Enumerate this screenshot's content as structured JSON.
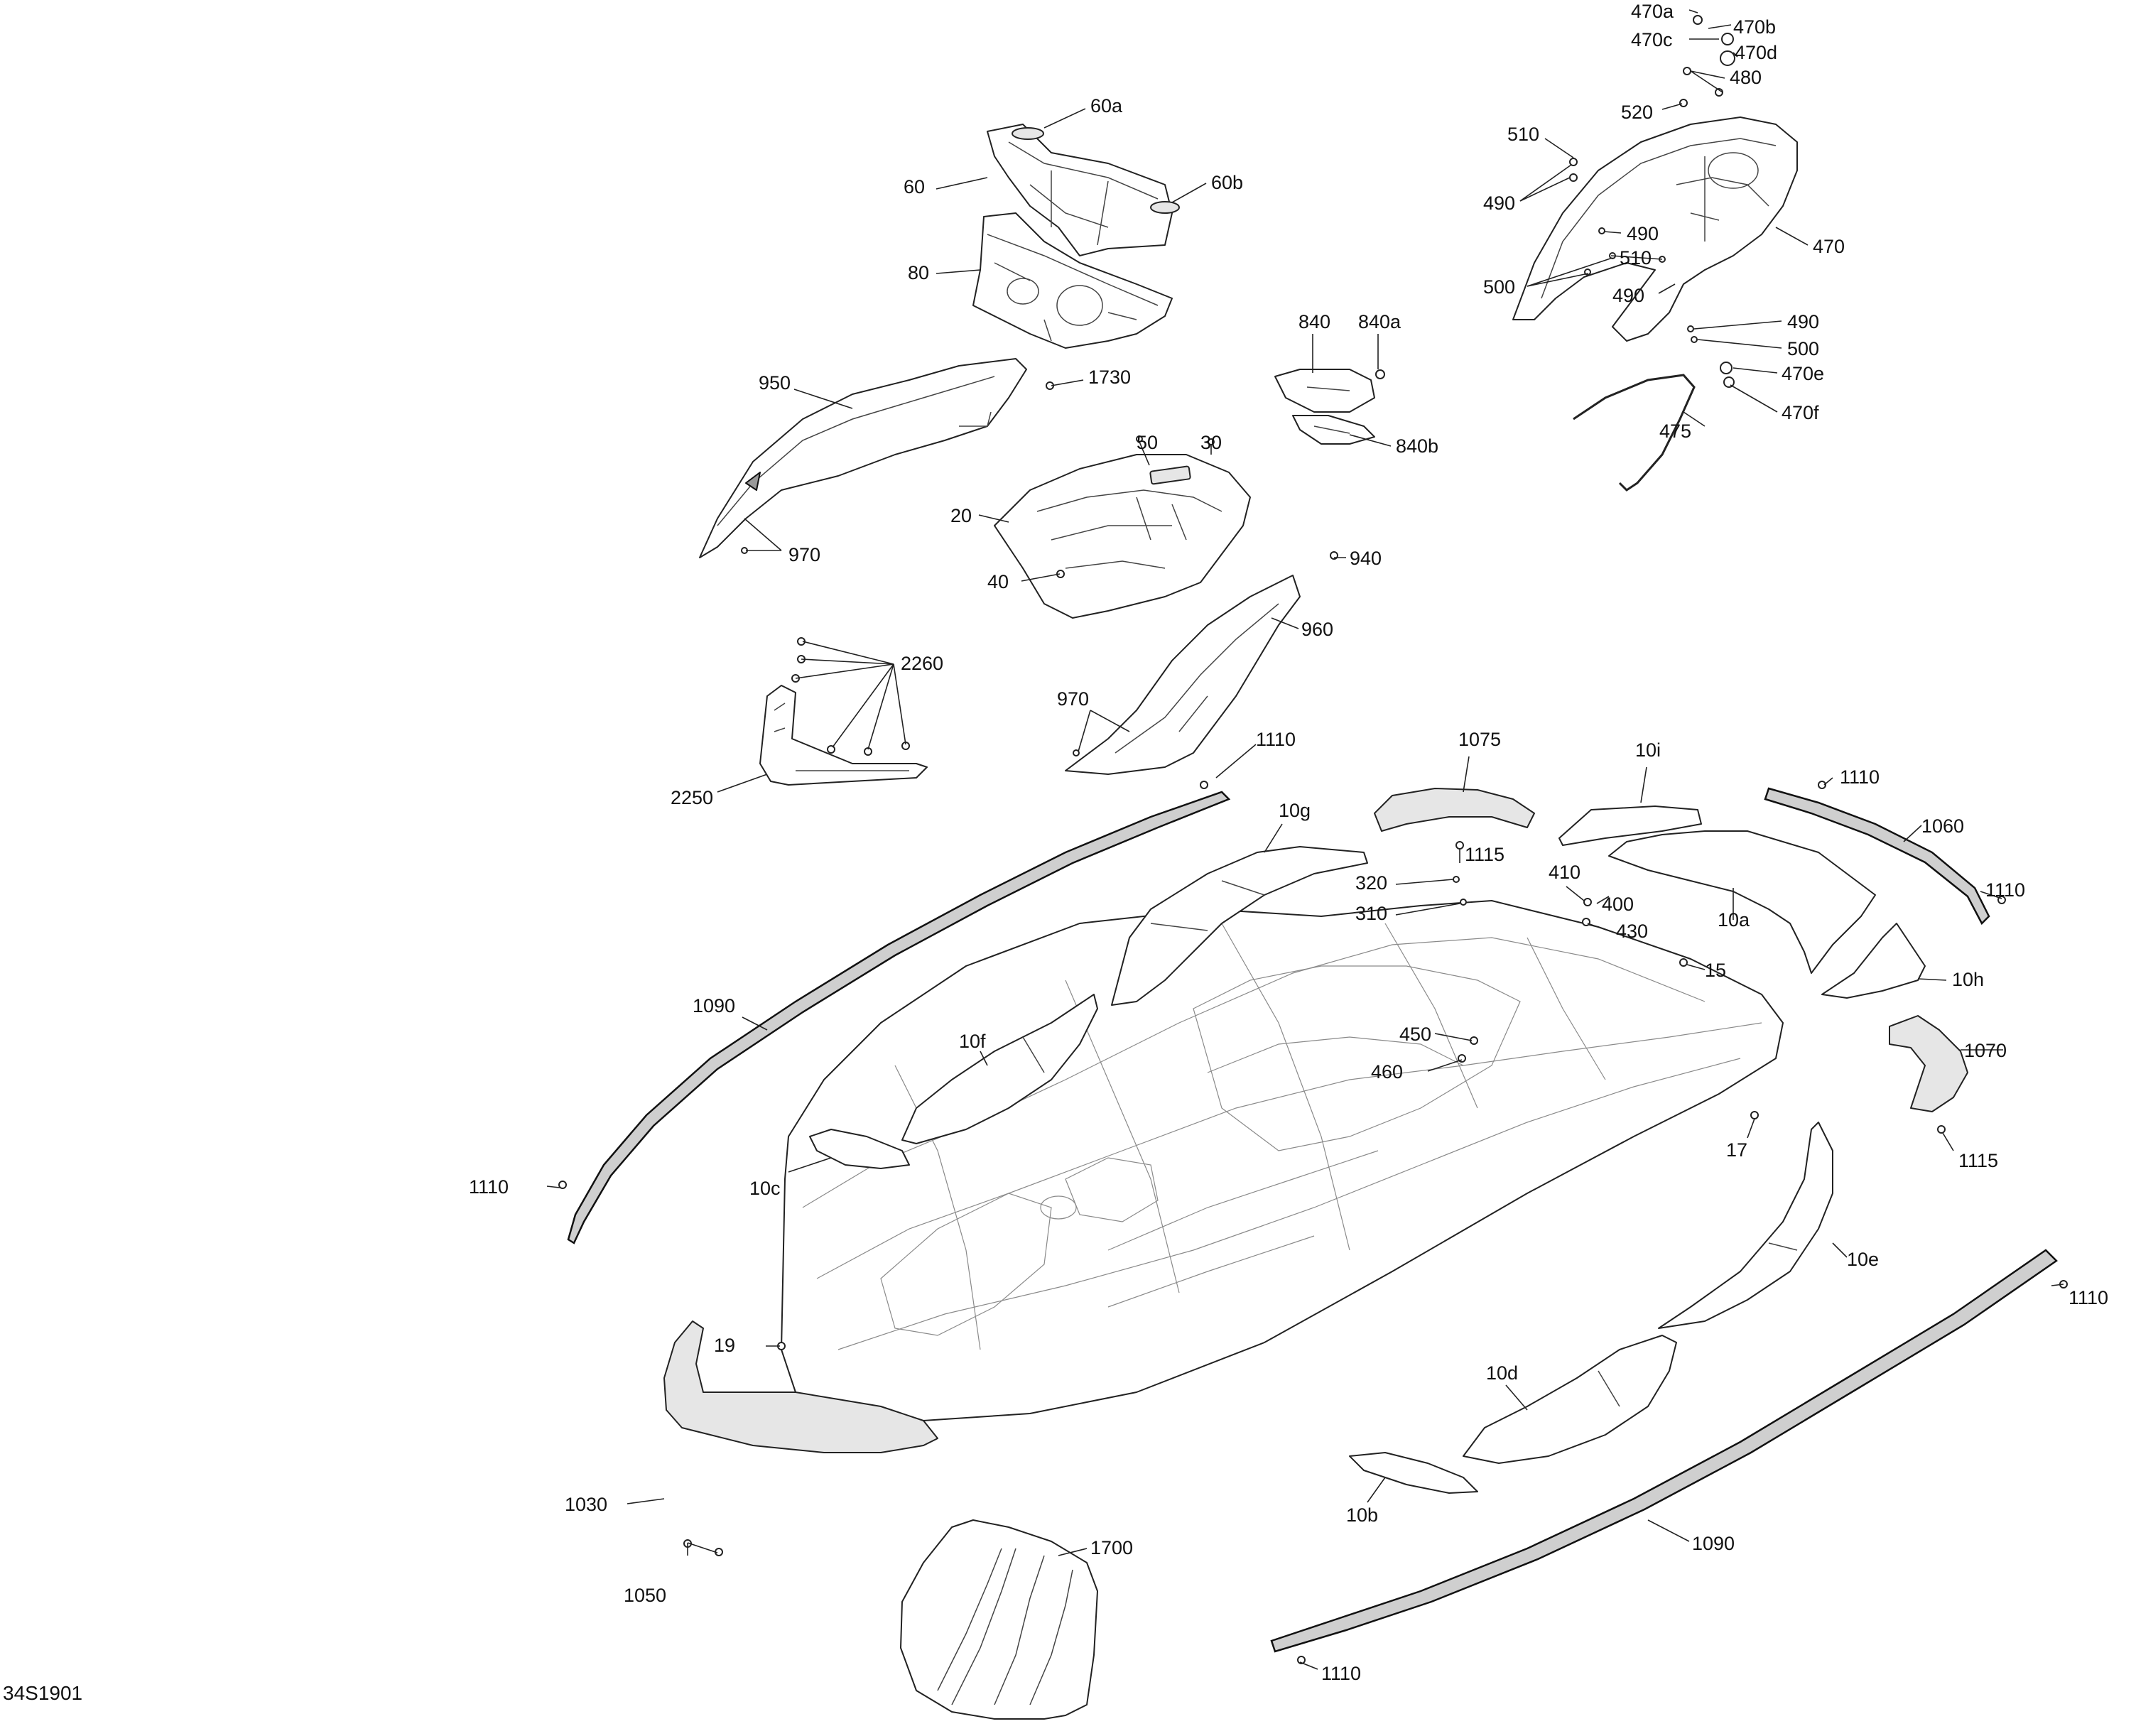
{
  "diagram_code": "34S1901",
  "callouts": [
    {
      "id": "c470a",
      "text": "470a"
    },
    {
      "id": "c470b",
      "text": "470b"
    },
    {
      "id": "c470c",
      "text": "470c"
    },
    {
      "id": "c470d",
      "text": "470d"
    },
    {
      "id": "c480",
      "text": "480"
    },
    {
      "id": "c520",
      "text": "520"
    },
    {
      "id": "c510a",
      "text": "510"
    },
    {
      "id": "c490a",
      "text": "490"
    },
    {
      "id": "c490b",
      "text": "490"
    },
    {
      "id": "c510b",
      "text": "510"
    },
    {
      "id": "c500a",
      "text": "500"
    },
    {
      "id": "c490c",
      "text": "490"
    },
    {
      "id": "c470",
      "text": "470"
    },
    {
      "id": "c490d",
      "text": "490"
    },
    {
      "id": "c500b",
      "text": "500"
    },
    {
      "id": "c470e",
      "text": "470e"
    },
    {
      "id": "c470f",
      "text": "470f"
    },
    {
      "id": "c475",
      "text": "475"
    },
    {
      "id": "c60a",
      "text": "60a"
    },
    {
      "id": "c60",
      "text": "60"
    },
    {
      "id": "c60b",
      "text": "60b"
    },
    {
      "id": "c80",
      "text": "80"
    },
    {
      "id": "c840",
      "text": "840"
    },
    {
      "id": "c840a",
      "text": "840a"
    },
    {
      "id": "c840b",
      "text": "840b"
    },
    {
      "id": "c950",
      "text": "950"
    },
    {
      "id": "c1730",
      "text": "1730"
    },
    {
      "id": "c50",
      "text": "50"
    },
    {
      "id": "c30",
      "text": "30"
    },
    {
      "id": "c20",
      "text": "20"
    },
    {
      "id": "c970a",
      "text": "970"
    },
    {
      "id": "c40",
      "text": "40"
    },
    {
      "id": "c940",
      "text": "940"
    },
    {
      "id": "c960",
      "text": "960"
    },
    {
      "id": "c2260",
      "text": "2260"
    },
    {
      "id": "c970b",
      "text": "970"
    },
    {
      "id": "c2250",
      "text": "2250"
    },
    {
      "id": "c1110a",
      "text": "1110"
    },
    {
      "id": "c1075",
      "text": "1075"
    },
    {
      "id": "c10i",
      "text": "10i"
    },
    {
      "id": "c1110b",
      "text": "1110"
    },
    {
      "id": "c10g",
      "text": "10g"
    },
    {
      "id": "c1115a",
      "text": "1115"
    },
    {
      "id": "c1060",
      "text": "1060"
    },
    {
      "id": "c320",
      "text": "320"
    },
    {
      "id": "c410",
      "text": "410"
    },
    {
      "id": "c400",
      "text": "400"
    },
    {
      "id": "c1110c",
      "text": "1110"
    },
    {
      "id": "c310",
      "text": "310"
    },
    {
      "id": "c430",
      "text": "430"
    },
    {
      "id": "c10a",
      "text": "10a"
    },
    {
      "id": "c15",
      "text": "15"
    },
    {
      "id": "c10h",
      "text": "10h"
    },
    {
      "id": "c1090a",
      "text": "1090"
    },
    {
      "id": "c10f",
      "text": "10f"
    },
    {
      "id": "c450",
      "text": "450"
    },
    {
      "id": "c460",
      "text": "460"
    },
    {
      "id": "c1070",
      "text": "1070"
    },
    {
      "id": "c17",
      "text": "17"
    },
    {
      "id": "c1115b",
      "text": "1115"
    },
    {
      "id": "c10c",
      "text": "10c"
    },
    {
      "id": "c1110d",
      "text": "1110"
    },
    {
      "id": "c10e",
      "text": "10e"
    },
    {
      "id": "c1110e",
      "text": "1110"
    },
    {
      "id": "c19",
      "text": "19"
    },
    {
      "id": "c10d",
      "text": "10d"
    },
    {
      "id": "c1030",
      "text": "1030"
    },
    {
      "id": "c10b",
      "text": "10b"
    },
    {
      "id": "c1700",
      "text": "1700"
    },
    {
      "id": "c1090b",
      "text": "1090"
    },
    {
      "id": "c1050",
      "text": "1050"
    },
    {
      "id": "c1110f",
      "text": "1110"
    }
  ]
}
